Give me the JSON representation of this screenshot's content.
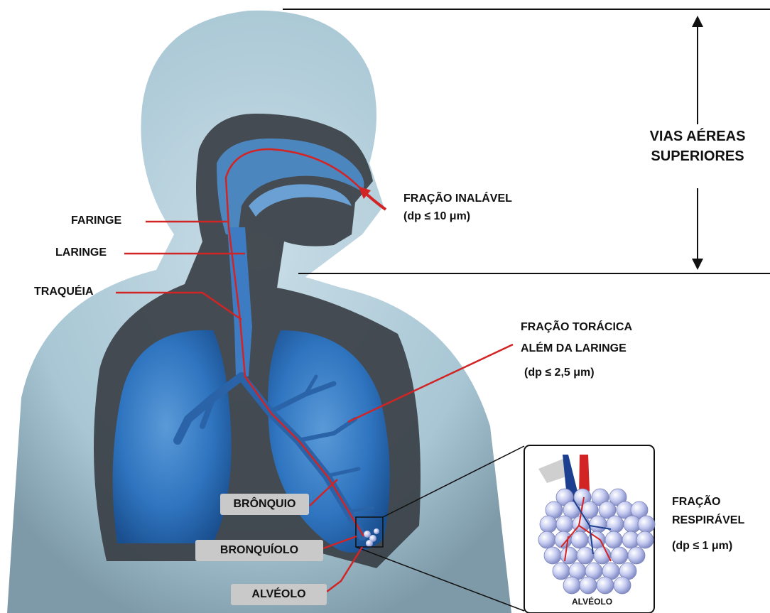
{
  "labels": {
    "faringe": "FARINGE",
    "laringe": "LARINGE",
    "traqueia": "TRAQUÉIA",
    "bronquio": "BRÔNQUIO",
    "bronquiolo": "BRONQUÍOLO",
    "alveolo": "ALVÉOLO",
    "alveolo_inset": "ALVÉOLO"
  },
  "fractions": {
    "inalavel_title": "FRAÇÃO INALÁVEL",
    "inalavel_size": "(dp ≤ 10 μm)",
    "toracica_line1": "FRAÇÃO TORÁCICA",
    "toracica_line2": "ALÉM DA LARINGE",
    "toracica_size": "(dp ≤ 2,5 μm)",
    "respiravel_line1": "FRAÇÃO",
    "respiravel_line2": "RESPIRÁVEL",
    "respiravel_size": "(dp ≤ 1 μm)"
  },
  "upper_airways": {
    "line1": "VIAS AÉREAS",
    "line2": "SUPERIORES"
  },
  "colors": {
    "body": "#a8c6d4",
    "body_dark": "#7e9aa8",
    "cavity": "#3a3f45",
    "lung": "#2f74bf",
    "lung_dark": "#1a4f8f",
    "airway_red": "#d22424",
    "alveoli": "#c5cbf0"
  }
}
